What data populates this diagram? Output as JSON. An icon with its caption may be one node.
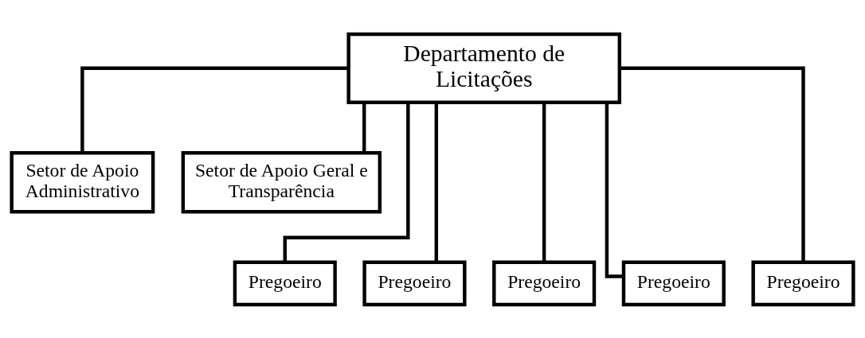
{
  "diagram": {
    "nodes": [
      {
        "text": [
          "Departamento de Licitações"
        ]
      },
      {
        "text": [
          "Setor de Apoio Administrativo"
        ]
      },
      {
        "text": [
          "Setor de Apoio Geral e Transparência"
        ]
      },
      {
        "text": [
          "Pregoeiro"
        ]
      },
      {
        "text": [
          "Pregoeiro"
        ]
      },
      {
        "text": [
          "Pregoeiro"
        ]
      },
      {
        "text": [
          "Pregoeiro"
        ]
      },
      {
        "text": [
          "Pregoeiro"
        ]
      }
    ],
    "edges": [
      {
        "from": 0,
        "to": 1,
        "arrow": "none"
      },
      {
        "from": 0,
        "to": 2,
        "arrow": "none"
      },
      {
        "from": 0,
        "to": 3,
        "arrow": "none"
      },
      {
        "from": 0,
        "to": 4,
        "arrow": "none"
      },
      {
        "from": 0,
        "to": 5,
        "arrow": "none"
      },
      {
        "from": 0,
        "to": 6,
        "arrow": "none"
      },
      {
        "from": 0,
        "to": 7,
        "arrow": "none"
      }
    ]
  }
}
